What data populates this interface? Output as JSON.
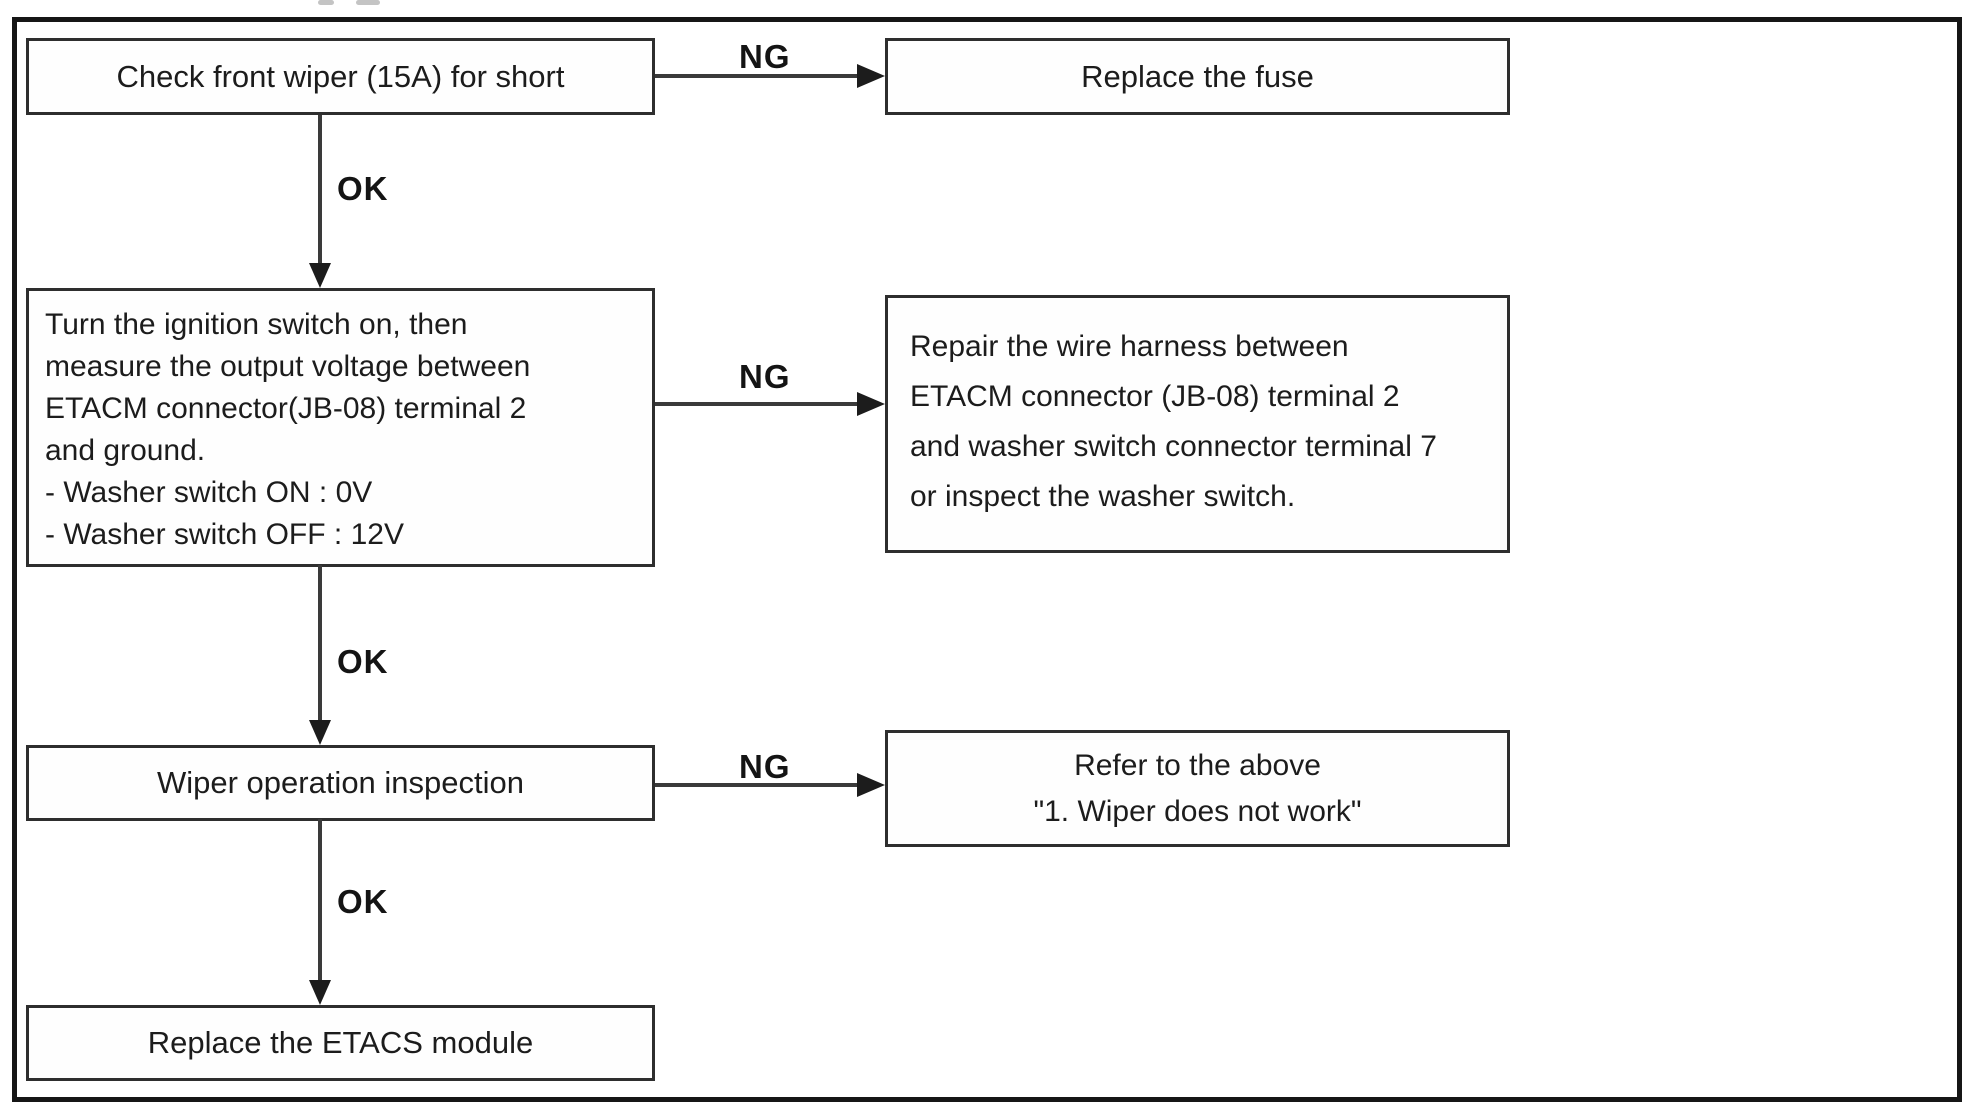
{
  "flow": {
    "connector_labels": {
      "ok": "OK",
      "ng": "NG"
    },
    "steps": [
      {
        "text": "Check front wiper (15A) for short"
      },
      {
        "lines": [
          "Turn the ignition switch on, then",
          "measure the output voltage between",
          "ETACM connector(JB-08) terminal 2",
          "and ground.",
          "- Washer switch ON : 0V",
          "- Washer switch OFF : 12V"
        ]
      },
      {
        "text": "Wiper operation inspection"
      },
      {
        "text": "Replace the ETACS module"
      }
    ],
    "ng_actions": [
      {
        "text": "Replace the fuse"
      },
      {
        "lines": [
          "Repair the wire harness between",
          "ETACM connector (JB-08) terminal 2",
          "and washer switch connector terminal 7",
          "or inspect the washer switch."
        ]
      },
      {
        "lines": [
          "Refer to the above",
          "\"1. Wiper does not work\""
        ]
      }
    ],
    "colors": {
      "ink": "#1c1c1c",
      "background": "#ffffff"
    }
  }
}
